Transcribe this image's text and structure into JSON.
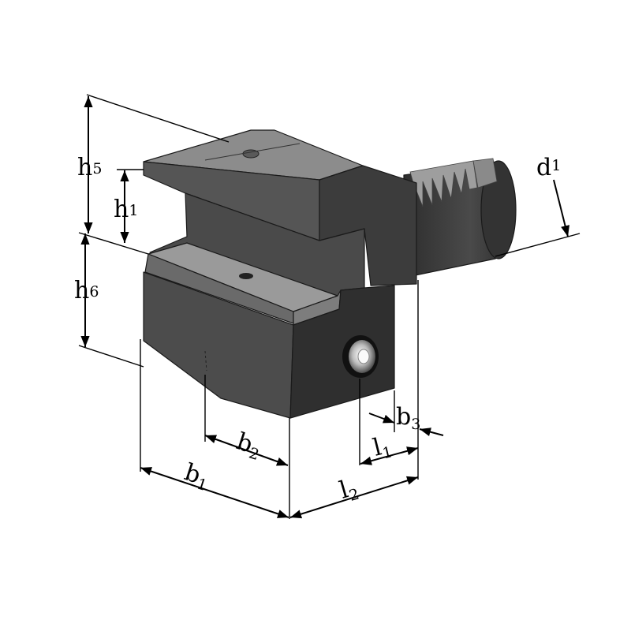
{
  "dimensions": {
    "h5": {
      "base": "h",
      "sub": "5"
    },
    "h1": {
      "base": "h",
      "sub": "1"
    },
    "h6": {
      "base": "h",
      "sub": "6"
    },
    "d1": {
      "base": "d",
      "sub": "1"
    },
    "b1": {
      "base": "b",
      "sub": "1"
    },
    "b2": {
      "base": "b",
      "sub": "2"
    },
    "b3": {
      "base": "b",
      "sub": "3"
    },
    "l1": {
      "base": "l",
      "sub": "1"
    },
    "l2": {
      "base": "l",
      "sub": "2"
    }
  },
  "colors": {
    "body_dark": "#3e3e3e",
    "body_mid": "#5a5a5a",
    "body_light": "#7a7a7a",
    "top_face": "#8c8c8c",
    "ledge": "#9a9a9a",
    "shank": "#444444",
    "threads": "#9e9e9e"
  }
}
